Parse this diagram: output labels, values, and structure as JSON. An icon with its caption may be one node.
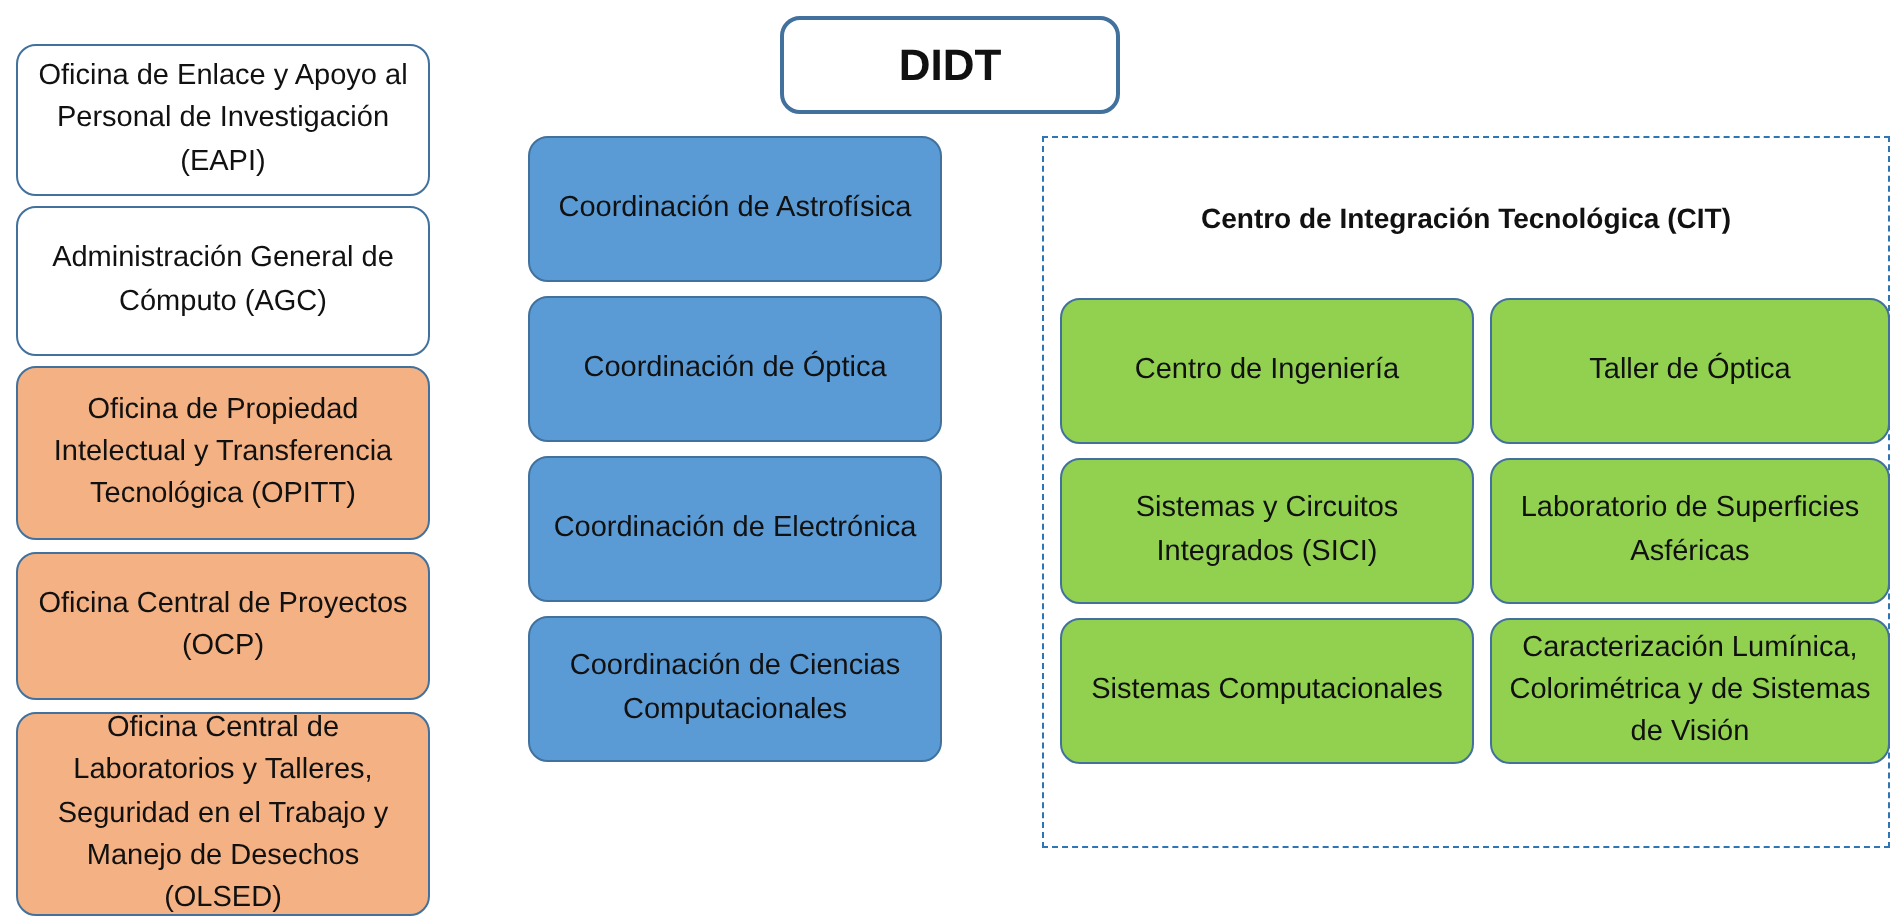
{
  "diagram": {
    "nodes": [
      {
        "text": [
          "DIDT"
        ]
      },
      {
        "text": [
          "Oficina de Enlace y Apoyo al Personal de Investigación (EAPI)"
        ]
      },
      {
        "text": [
          "Administración General de Cómputo (AGC)"
        ]
      },
      {
        "text": [
          "Oficina de Propiedad Intelectual y Transferencia Tecnológica (OPITT)"
        ]
      },
      {
        "text": [
          "Oficina Central de Proyectos (OCP)"
        ]
      },
      {
        "text": [
          "Oficina Central de Laboratorios y Talleres, Seguridad en el Trabajo y Manejo de Desechos (OLSED)"
        ]
      },
      {
        "text": [
          "Coordinación de Astrofísica"
        ]
      },
      {
        "text": [
          "Coordinación de Óptica"
        ]
      },
      {
        "text": [
          "Coordinación de Electrónica"
        ]
      },
      {
        "text": [
          "Coordinación de Ciencias Computacionales"
        ]
      },
      {
        "text": [
          "Centro de Integración Tecnológica (CIT)"
        ]
      },
      {
        "text": [
          "Centro de Ingeniería"
        ],
        "in": 10
      },
      {
        "text": [
          "Taller de Óptica"
        ],
        "in": 10
      },
      {
        "text": [
          "Sistemas y Circuitos Integrados (SICI)"
        ],
        "in": 10
      },
      {
        "text": [
          "Laboratorio de Superficies Asféricas"
        ],
        "in": 10
      },
      {
        "text": [
          "Sistemas Computacionales"
        ],
        "in": 10
      },
      {
        "text": [
          "Caracterización Lumínica, Colorimétrica y de Sistemas de Visión"
        ],
        "in": 10
      }
    ]
  }
}
